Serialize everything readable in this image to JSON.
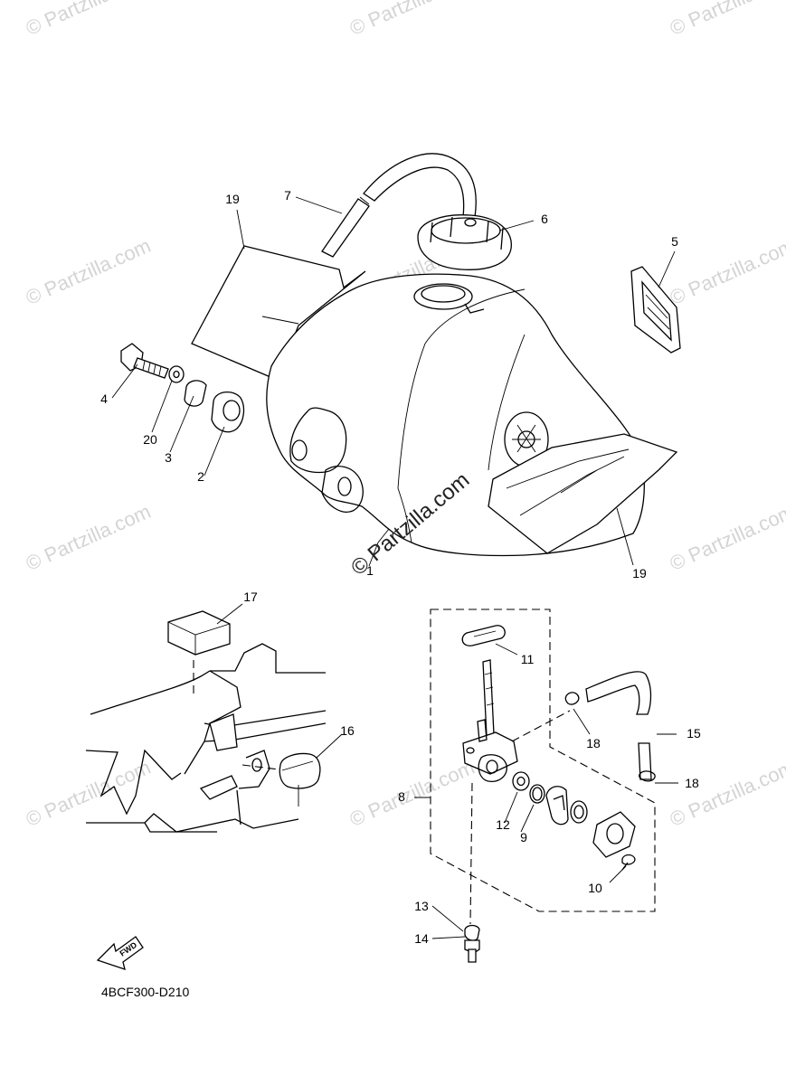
{
  "watermark": "© Partzilla.com",
  "diagram_code": "4BCF300-D210",
  "fwd_label": "FWD",
  "callouts": [
    {
      "id": "1",
      "label": "1"
    },
    {
      "id": "2",
      "label": "2"
    },
    {
      "id": "3",
      "label": "3"
    },
    {
      "id": "4",
      "label": "4"
    },
    {
      "id": "5",
      "label": "5"
    },
    {
      "id": "6",
      "label": "6"
    },
    {
      "id": "7",
      "label": "7"
    },
    {
      "id": "8",
      "label": "8"
    },
    {
      "id": "9",
      "label": "9"
    },
    {
      "id": "10",
      "label": "10"
    },
    {
      "id": "11",
      "label": "11"
    },
    {
      "id": "12",
      "label": "12"
    },
    {
      "id": "13",
      "label": "13"
    },
    {
      "id": "14",
      "label": "14"
    },
    {
      "id": "15",
      "label": "15"
    },
    {
      "id": "16",
      "label": "16"
    },
    {
      "id": "17",
      "label": "17"
    },
    {
      "id": "18a",
      "label": "18"
    },
    {
      "id": "18b",
      "label": "18"
    },
    {
      "id": "19a",
      "label": "19"
    },
    {
      "id": "19b",
      "label": "19"
    },
    {
      "id": "20",
      "label": "20"
    }
  ]
}
